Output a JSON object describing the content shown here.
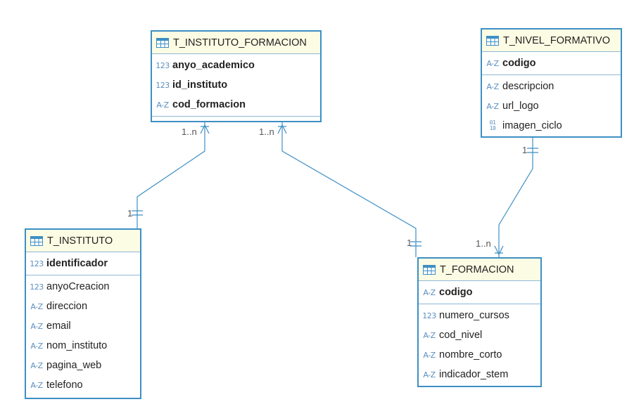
{
  "entities": {
    "instituto_formacion": {
      "name": "T_INSTITUTO_FORMACION",
      "pk": [
        {
          "type": "123",
          "name": "anyo_academico"
        },
        {
          "type": "123",
          "name": "id_instituto"
        },
        {
          "type": "A-Z",
          "name": "cod_formacion"
        }
      ],
      "cols": []
    },
    "nivel_formativo": {
      "name": "T_NIVEL_FORMATIVO",
      "pk": [
        {
          "type": "A-Z",
          "name": "codigo"
        }
      ],
      "cols": [
        {
          "type": "A-Z",
          "name": "descripcion"
        },
        {
          "type": "A-Z",
          "name": "url_logo"
        },
        {
          "type": "0110",
          "name": "imagen_ciclo"
        }
      ]
    },
    "instituto": {
      "name": "T_INSTITUTO",
      "pk": [
        {
          "type": "123",
          "name": "identificador"
        }
      ],
      "cols": [
        {
          "type": "123",
          "name": "anyoCreacion"
        },
        {
          "type": "A-Z",
          "name": "direccion"
        },
        {
          "type": "A-Z",
          "name": "email"
        },
        {
          "type": "A-Z",
          "name": "nom_instituto"
        },
        {
          "type": "A-Z",
          "name": "pagina_web"
        },
        {
          "type": "A-Z",
          "name": "telefono"
        }
      ]
    },
    "formacion": {
      "name": "T_FORMACION",
      "pk": [
        {
          "type": "A-Z",
          "name": "codigo"
        }
      ],
      "cols": [
        {
          "type": "123",
          "name": "numero_cursos"
        },
        {
          "type": "A-Z",
          "name": "cod_nivel"
        },
        {
          "type": "A-Z",
          "name": "nombre_corto"
        },
        {
          "type": "A-Z",
          "name": "indicador_stem"
        }
      ]
    }
  },
  "relationships": [
    {
      "from": "instituto_formacion",
      "to": "instituto",
      "from_card": "1..n",
      "to_card": "1"
    },
    {
      "from": "instituto_formacion",
      "to": "formacion",
      "from_card": "1..n",
      "to_card": "1"
    },
    {
      "from": "formacion",
      "to": "nivel_formativo",
      "from_card": "1..n",
      "to_card": "1"
    }
  ],
  "colors": {
    "border": "#3d8fc4",
    "header": "#fcfce4",
    "line": "#3d8fc4",
    "type_icon": "#5a8fc0"
  }
}
